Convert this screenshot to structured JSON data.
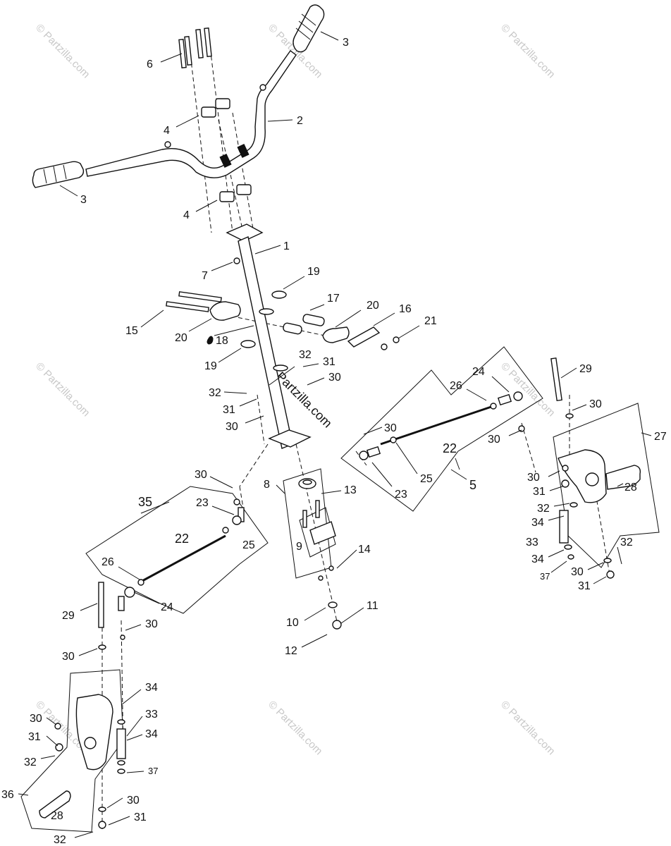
{
  "watermark": "© Partzilla.com",
  "callouts": {
    "c1": "1",
    "c2": "2",
    "c3a": "3",
    "c3b": "3",
    "c4a": "4",
    "c4b": "4",
    "c5": "5",
    "c6": "6",
    "c7": "7",
    "c8": "8",
    "c9": "9",
    "c10": "10",
    "c11": "11",
    "c12": "12",
    "c13": "13",
    "c14": "14",
    "c15": "15",
    "c16": "16",
    "c17": "17",
    "c18": "18",
    "c19a": "19",
    "c19b": "19",
    "c20a": "20",
    "c20b": "20",
    "c21": "21",
    "c22a": "22",
    "c22b": "22",
    "c23a": "23",
    "c23b": "23",
    "c24a": "24",
    "c24b": "24",
    "c25a": "25",
    "c25b": "25",
    "c26a": "26",
    "c26b": "26",
    "c27": "27",
    "c28a": "28",
    "c28b": "28",
    "c29a": "29",
    "c29b": "29",
    "c30a": "30",
    "c30b": "30",
    "c30c": "30",
    "c30d": "30",
    "c30e": "30",
    "c30f": "30",
    "c30g": "30",
    "c30h": "30",
    "c30i": "30",
    "c30j": "30",
    "c30k": "30",
    "c31a": "31",
    "c31b": "31",
    "c31c": "31",
    "c31d": "31",
    "c31e": "31",
    "c31f": "31",
    "c32a": "32",
    "c32b": "32",
    "c32c": "32",
    "c32d": "32",
    "c32e": "32",
    "c32f": "32",
    "c33a": "33",
    "c33b": "33",
    "c34a": "34",
    "c34b": "34",
    "c34c": "34",
    "c34d": "34",
    "c35": "35",
    "c36": "36",
    "c37a": "37",
    "c37b": "37"
  }
}
